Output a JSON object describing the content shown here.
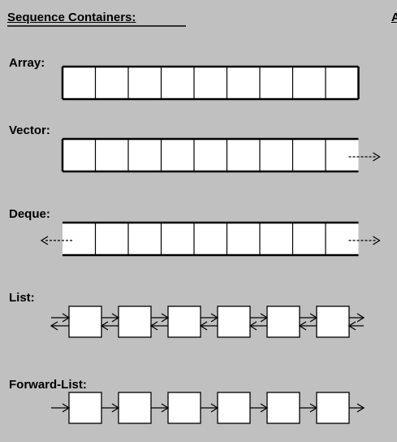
{
  "heading": "Sequence Containers:",
  "corner_glyph": "A",
  "colors": {
    "background": "#c0c0c0",
    "cell_fill": "#ffffff",
    "stroke": "#000000"
  },
  "containers": [
    {
      "id": "array",
      "label": "Array:",
      "cells": 9,
      "kind": "array"
    },
    {
      "id": "vector",
      "label": "Vector:",
      "cells": 9,
      "kind": "vector",
      "grows": [
        "back"
      ]
    },
    {
      "id": "deque",
      "label": "Deque:",
      "cells": 9,
      "kind": "deque",
      "grows": [
        "front",
        "back"
      ]
    },
    {
      "id": "list",
      "label": "List:",
      "nodes": 6,
      "kind": "list",
      "links": "bidirectional"
    },
    {
      "id": "forward_list",
      "label": "Forward-List:",
      "nodes": 6,
      "kind": "forward_list",
      "links": "forward"
    }
  ]
}
